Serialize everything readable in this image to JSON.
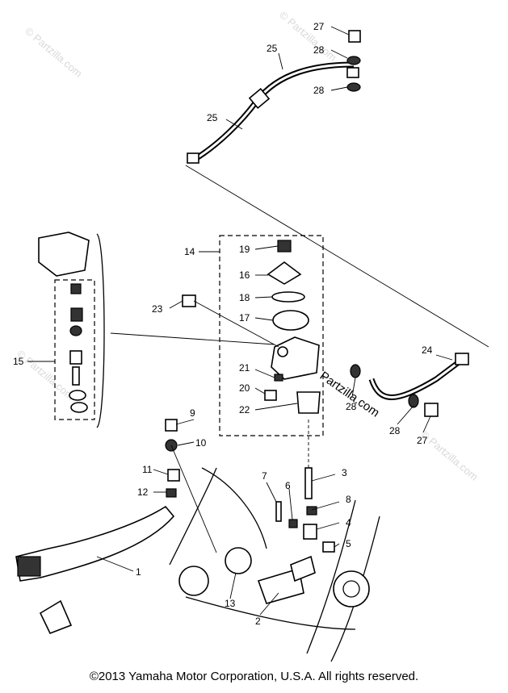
{
  "copyright": "©2013  Yamaha Motor Corporation, U.S.A. All rights reserved.",
  "watermarks": [
    "© Partzilla.com",
    "© Partzilla.com",
    "© Partzilla.com",
    "© Partzilla.com",
    "Partzilla.com"
  ],
  "callouts": {
    "c1": "1",
    "c2": "2",
    "c3": "3",
    "c4": "4",
    "c5": "5",
    "c6": "6",
    "c7": "7",
    "c8": "8",
    "c9": "9",
    "c10": "10",
    "c11": "11",
    "c12": "12",
    "c13": "13",
    "c14": "14",
    "c15": "15",
    "c16": "16",
    "c17": "17",
    "c18": "18",
    "c19": "19",
    "c20": "20",
    "c21": "21",
    "c22": "22",
    "c23": "23",
    "c24": "24",
    "c25a": "25",
    "c25b": "25",
    "c27a": "27",
    "c27b": "27",
    "c28a": "28",
    "c28b": "28",
    "c28c": "28",
    "c28d": "28"
  }
}
